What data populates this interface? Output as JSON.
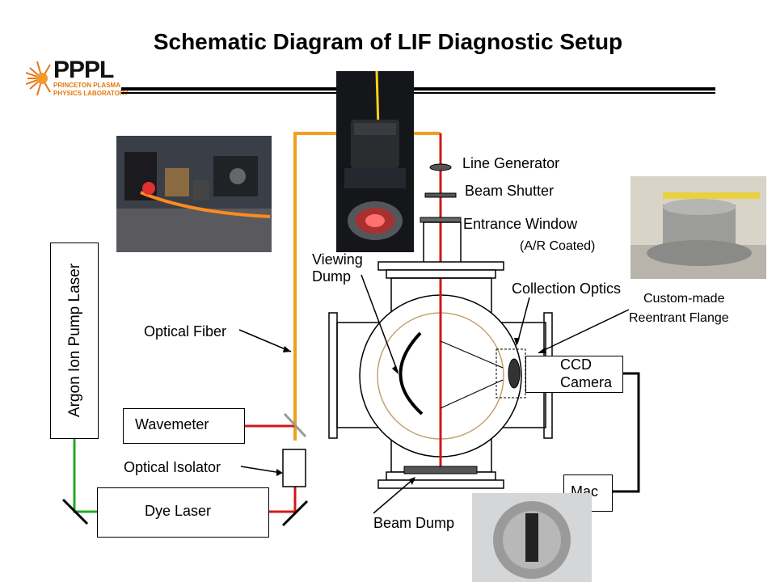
{
  "title": "Schematic Diagram of LIF Diagnostic Setup",
  "logo": {
    "main": "PPPL",
    "line1": "PRINCETON PLASMA",
    "line2": "PHYSICS LABORATORY"
  },
  "labels": {
    "line_generator": "Line Generator",
    "beam_shutter": "Beam Shutter",
    "entrance_window": "Entrance Window",
    "ar_coated": "(A/R Coated)",
    "viewing_dump_1": "Viewing",
    "viewing_dump_2": "Dump",
    "collection_optics": "Collection Optics",
    "custom_flange_1": "Custom-made",
    "custom_flange_2": "Reentrant Flange",
    "optical_fiber": "Optical Fiber",
    "optical_isolator": "Optical Isolator",
    "beam_dump": "Beam Dump"
  },
  "boxes": {
    "argon_laser": "Argon Ion Pump Laser",
    "wavemeter": "Wavemeter",
    "dye_laser": "Dye Laser",
    "ccd_1": "CCD",
    "ccd_2": "Camera",
    "mac": "Mac"
  },
  "colors": {
    "fiber": "#f0a020",
    "laser_red": "#d01818",
    "pump_green": "#22aa22"
  }
}
